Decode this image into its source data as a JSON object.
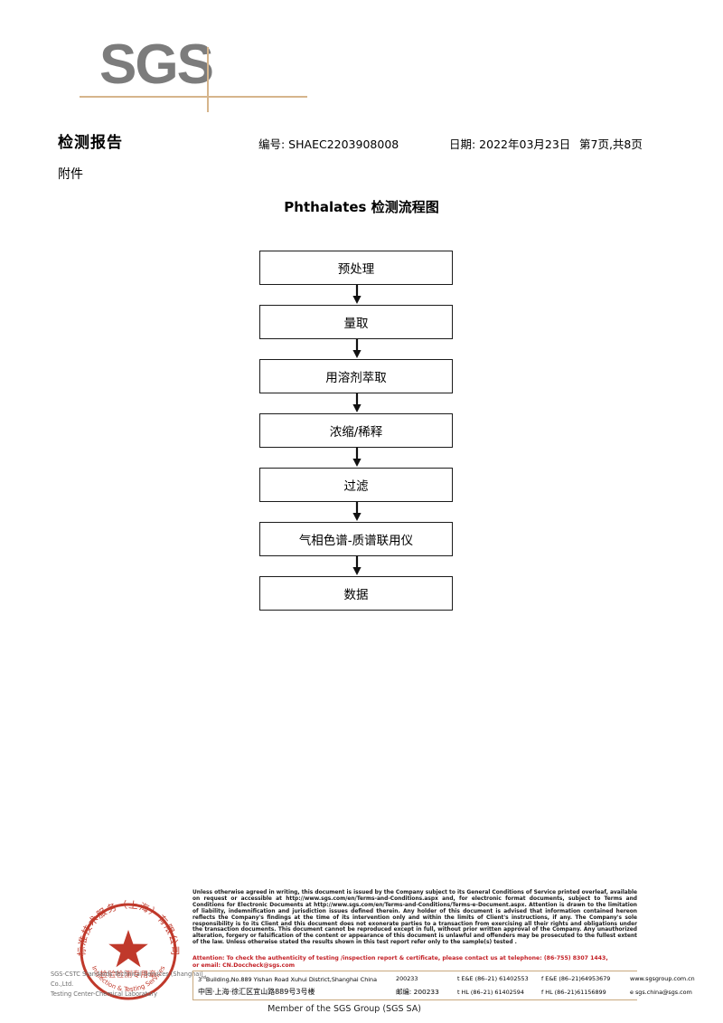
{
  "logo": {
    "text": "SGS"
  },
  "header": {
    "title": "检测报告",
    "subtitle": "附件",
    "report_no": "编号: SHAEC2203908008",
    "date": "日期: 2022年03月23日",
    "page": "第7页,共8页"
  },
  "flowchart": {
    "title": "Phthalates 检测流程图",
    "steps": [
      {
        "label": "预处理"
      },
      {
        "label": "量取"
      },
      {
        "label": "用溶剂萃取"
      },
      {
        "label": "浓缩/稀释"
      },
      {
        "label": "过滤"
      },
      {
        "label": "气相色谱-质谱联用仪"
      },
      {
        "label": "数据"
      }
    ]
  },
  "seal": {
    "arc_top": "标准技术服务（上海）有限公司",
    "arc_bottom": "Inspection & Testing Services",
    "center_cn": "检验检测专用章",
    "overlay_line1": "SGS-CSTC Standards Technical Services (Shanghai) Co.,Ltd.",
    "overlay_line2": "Testing Center-Chemical Laboratory",
    "color": "#c0392b"
  },
  "footer": {
    "legal": "Unless otherwise agreed in writing, this document is issued by the Company subject to its General Conditions of Service printed overleaf, available on request or accessible at http://www.sgs.com/en/Terms-and-Conditions.aspx and, for electronic format documents, subject to Terms and Conditions for Electronic Documents at http://www.sgs.com/en/Terms-and-Conditions/Terms-e-Document.aspx. Attention is drawn to the limitation of liability, indemnification and jurisdiction issues defined therein. Any holder of this document is advised that information contained hereon reflects the Company's findings at the time of its intervention only and within the limits of Client's instructions, if any. The Company's sole responsibility is to its Client and this document does not exonerate parties to a transaction from exercising all their rights and obligations under the transaction documents. This document cannot be reproduced except in full, without prior written approval of the Company. Any unauthorized alteration, forgery or falsification of the content or appearance of this document is unlawful and offenders may be prosecuted to the fullest extent of the law. Unless otherwise stated the results shown in this test report refer only to the sample(s) tested .",
    "attention_line1": "Attention: To check the authenticity of testing /inspection report & certificate, please contact us at telephone: (86-755) 8307 1443,",
    "attention_line2": "or email: CN.Doccheck@sgs.com",
    "attention_color": "#c32026",
    "address_en": "3",
    "address_en_sup": "rd",
    "address_en_rest": "Building,No.889 Yishan Road Xuhui District,Shanghai China",
    "address_cn": "中国·上海·徐汇区宜山路889号3号楼",
    "zip_en": "200233",
    "zip_cn": "邮编: 200233",
    "tel_en": "t E&E (86–21) 61402553",
    "fax_en": "f E&E (86–21)64953679",
    "web": "www.sgsgroup.com.cn",
    "tel_cn": "t HL (86–21) 61402594",
    "fax_cn": "f HL (86–21)61156899",
    "email": "e  sgs.china@sgs.com",
    "member": "Member of the SGS Group (SGS SA)",
    "rule_color": "#c9a97e"
  }
}
